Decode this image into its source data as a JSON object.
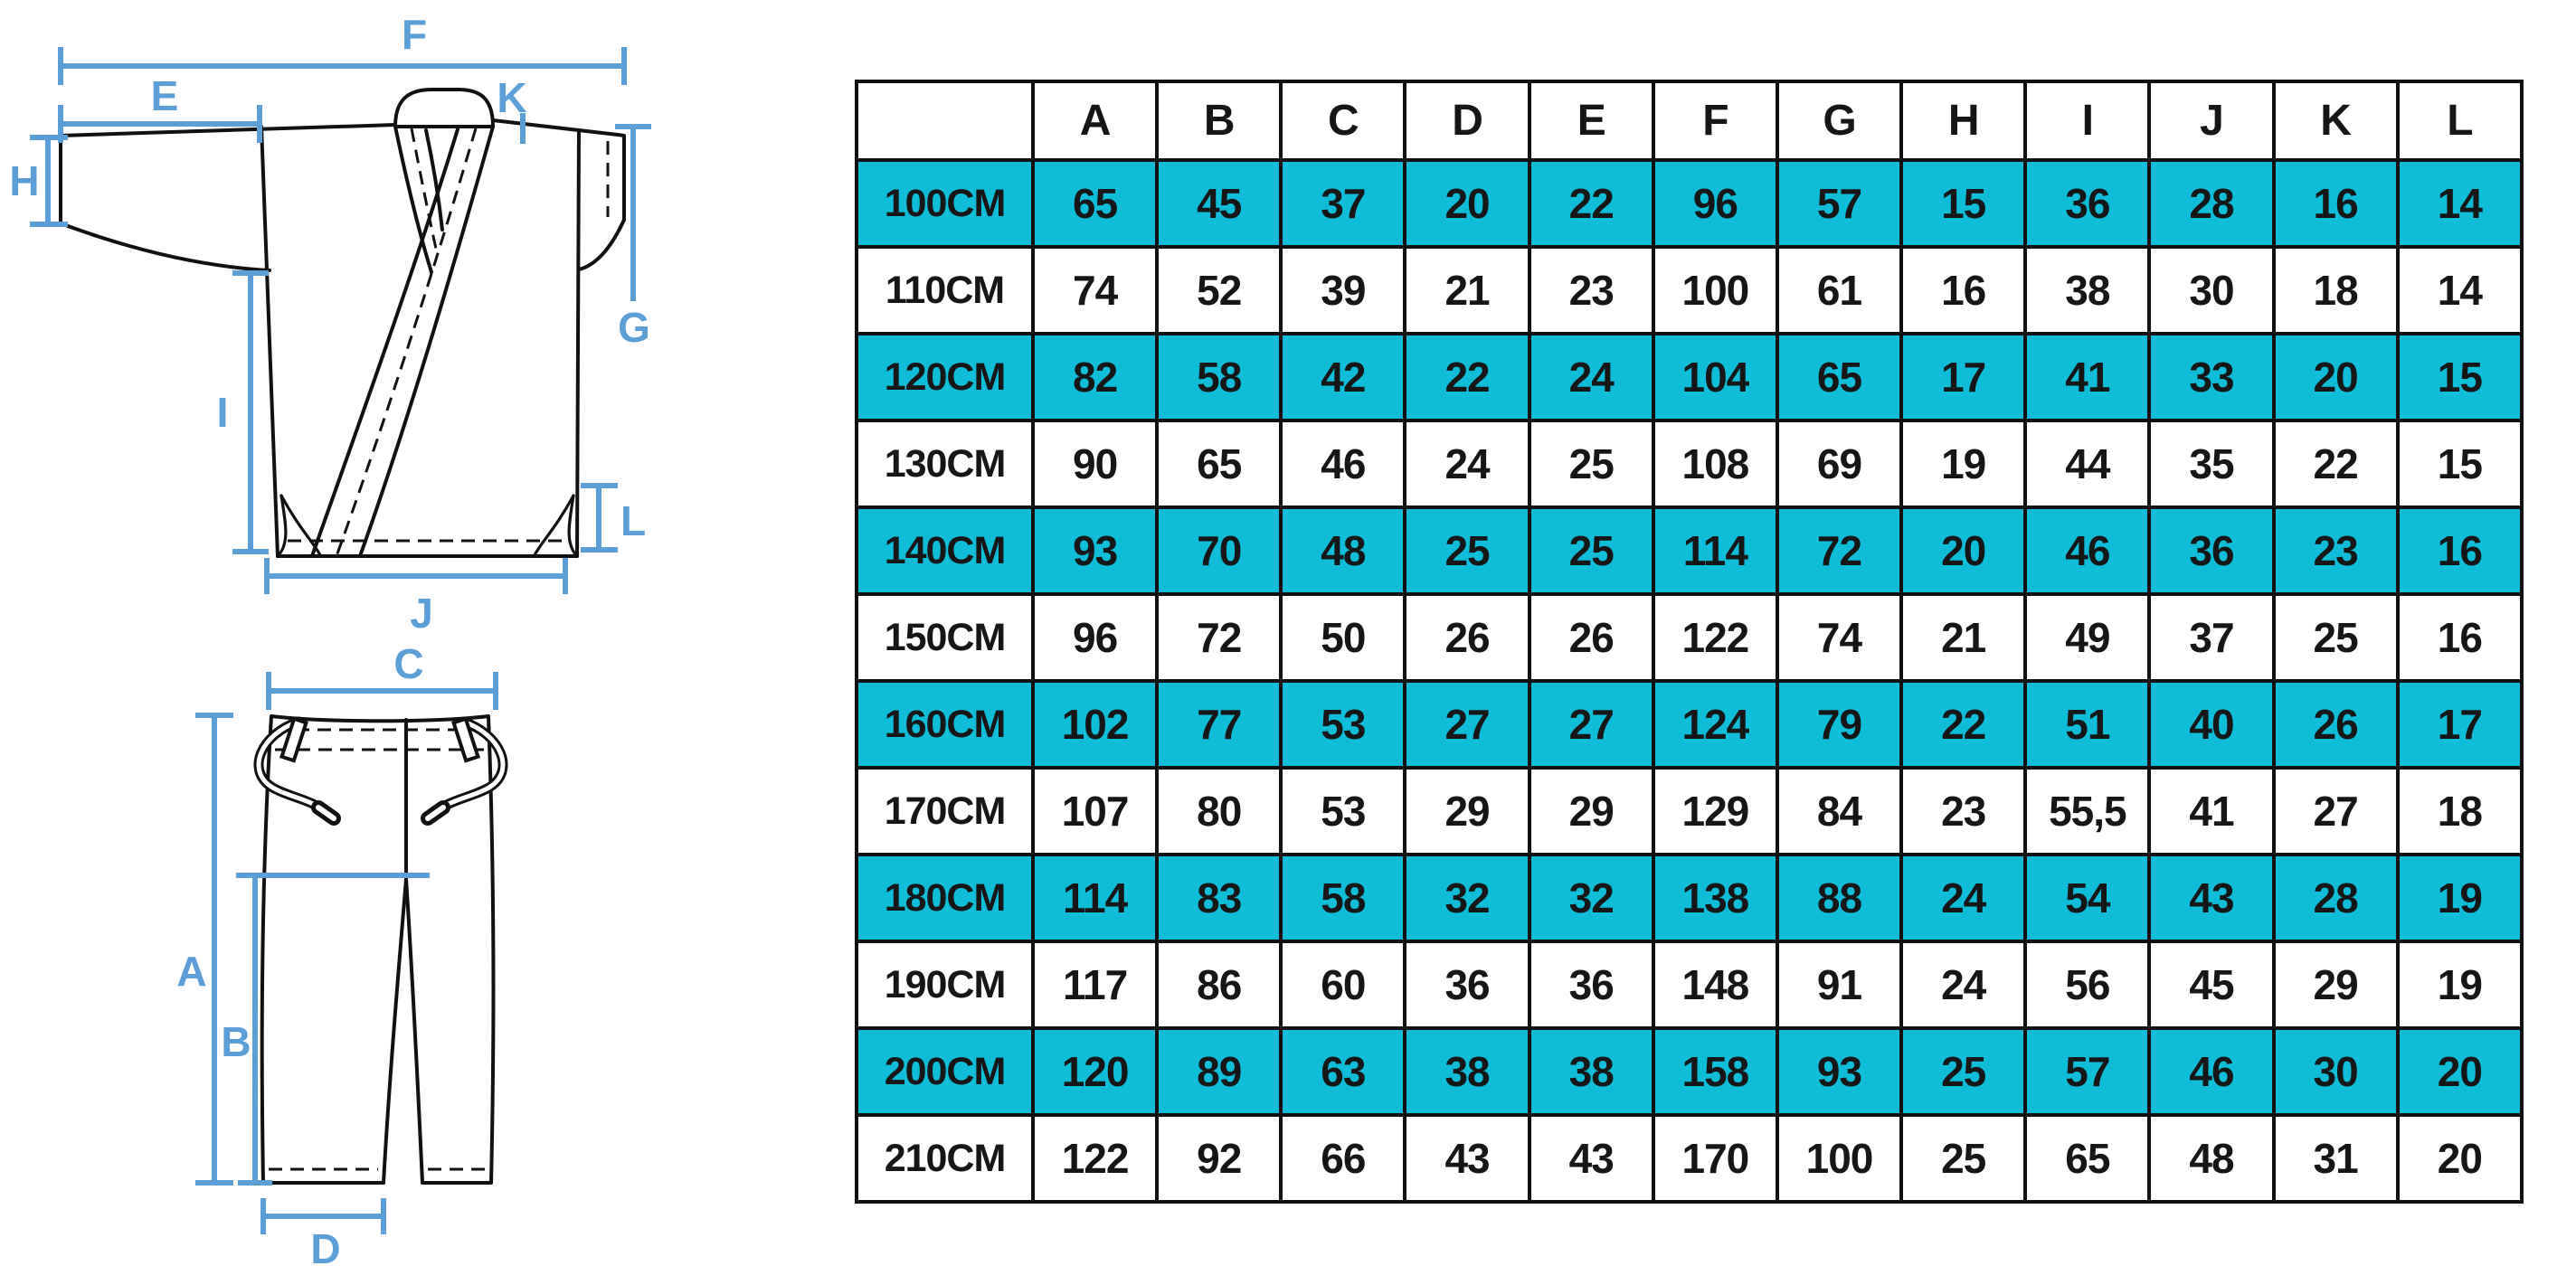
{
  "colors": {
    "highlight_cyan": "#10bdd9",
    "dimension_blue": "#5b9fd6",
    "line_black": "#111111",
    "text_dark": "#161616"
  },
  "diagram": {
    "jacket": {
      "labels": {
        "F": "F",
        "E": "E",
        "H": "H",
        "K": "K",
        "G": "G",
        "I": "I",
        "L": "L",
        "J": "J"
      }
    },
    "pants": {
      "labels": {
        "C": "C",
        "A": "A",
        "B": "B",
        "D": "D"
      }
    }
  },
  "table": {
    "corner": "",
    "columns": [
      "A",
      "B",
      "C",
      "D",
      "E",
      "F",
      "G",
      "H",
      "I",
      "J",
      "K",
      "L"
    ],
    "rows": [
      {
        "size": "100CM",
        "highlight": true,
        "values": [
          "65",
          "45",
          "37",
          "20",
          "22",
          "96",
          "57",
          "15",
          "36",
          "28",
          "16",
          "14"
        ]
      },
      {
        "size": "110CM",
        "highlight": false,
        "values": [
          "74",
          "52",
          "39",
          "21",
          "23",
          "100",
          "61",
          "16",
          "38",
          "30",
          "18",
          "14"
        ]
      },
      {
        "size": "120CM",
        "highlight": true,
        "values": [
          "82",
          "58",
          "42",
          "22",
          "24",
          "104",
          "65",
          "17",
          "41",
          "33",
          "20",
          "15"
        ]
      },
      {
        "size": "130CM",
        "highlight": false,
        "values": [
          "90",
          "65",
          "46",
          "24",
          "25",
          "108",
          "69",
          "19",
          "44",
          "35",
          "22",
          "15"
        ]
      },
      {
        "size": "140CM",
        "highlight": true,
        "values": [
          "93",
          "70",
          "48",
          "25",
          "25",
          "114",
          "72",
          "20",
          "46",
          "36",
          "23",
          "16"
        ]
      },
      {
        "size": "150CM",
        "highlight": false,
        "values": [
          "96",
          "72",
          "50",
          "26",
          "26",
          "122",
          "74",
          "21",
          "49",
          "37",
          "25",
          "16"
        ]
      },
      {
        "size": "160CM",
        "highlight": true,
        "values": [
          "102",
          "77",
          "53",
          "27",
          "27",
          "124",
          "79",
          "22",
          "51",
          "40",
          "26",
          "17"
        ]
      },
      {
        "size": "170CM",
        "highlight": false,
        "values": [
          "107",
          "80",
          "53",
          "29",
          "29",
          "129",
          "84",
          "23",
          "55,5",
          "41",
          "27",
          "18"
        ]
      },
      {
        "size": "180CM",
        "highlight": true,
        "values": [
          "114",
          "83",
          "58",
          "32",
          "32",
          "138",
          "88",
          "24",
          "54",
          "43",
          "28",
          "19"
        ]
      },
      {
        "size": "190CM",
        "highlight": false,
        "values": [
          "117",
          "86",
          "60",
          "36",
          "36",
          "148",
          "91",
          "24",
          "56",
          "45",
          "29",
          "19"
        ]
      },
      {
        "size": "200CM",
        "highlight": true,
        "values": [
          "120",
          "89",
          "63",
          "38",
          "38",
          "158",
          "93",
          "25",
          "57",
          "46",
          "30",
          "20"
        ]
      },
      {
        "size": "210CM",
        "highlight": false,
        "values": [
          "122",
          "92",
          "66",
          "43",
          "43",
          "170",
          "100",
          "25",
          "65",
          "48",
          "31",
          "20"
        ]
      }
    ]
  }
}
